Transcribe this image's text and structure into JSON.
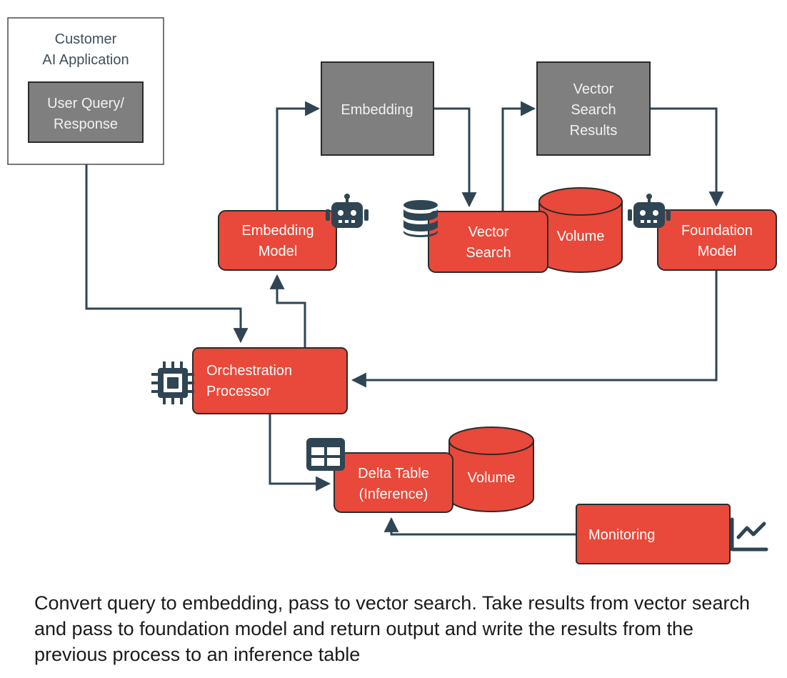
{
  "colors": {
    "component_fill": "#E8493A",
    "component_stroke": "#2B2B2B",
    "intermediate_fill": "#7F7F7F",
    "arrow": "#2F4553",
    "icon": "#2F4553",
    "app_border": "#4A4A4A",
    "app_text": "#3F4F5C"
  },
  "app": {
    "title_line1": "Customer",
    "title_line2": "AI Application",
    "query_line1": "User Query/",
    "query_line2": "Response"
  },
  "intermediates": {
    "embedding": "Embedding",
    "results_line1": "Vector",
    "results_line2": "Search",
    "results_line3": "Results"
  },
  "components": {
    "embedding_model_line1": "Embedding",
    "embedding_model_line2": "Model",
    "vector_search_line1": "Vector",
    "vector_search_line2": "Search",
    "volume_top": "Volume",
    "foundation_model_line1": "Foundation",
    "foundation_model_line2": "Model",
    "orchestration_line1": "Orchestration",
    "orchestration_line2": "Processor",
    "delta_table_line1": "Delta Table",
    "delta_table_line2": "(Inference)",
    "volume_bottom": "Volume",
    "monitoring": "Monitoring"
  },
  "icons": {
    "embedding_model": "robot-icon",
    "vector_search": "database-icon",
    "foundation_model": "robot-icon",
    "orchestration": "cpu-chip-icon",
    "delta_table": "table-icon",
    "monitoring": "line-chart-icon"
  },
  "caption": "Convert query to embedding, pass to vector search. Take results from vector search and pass to foundation model and return output and write the results from the previous process to an inference table"
}
